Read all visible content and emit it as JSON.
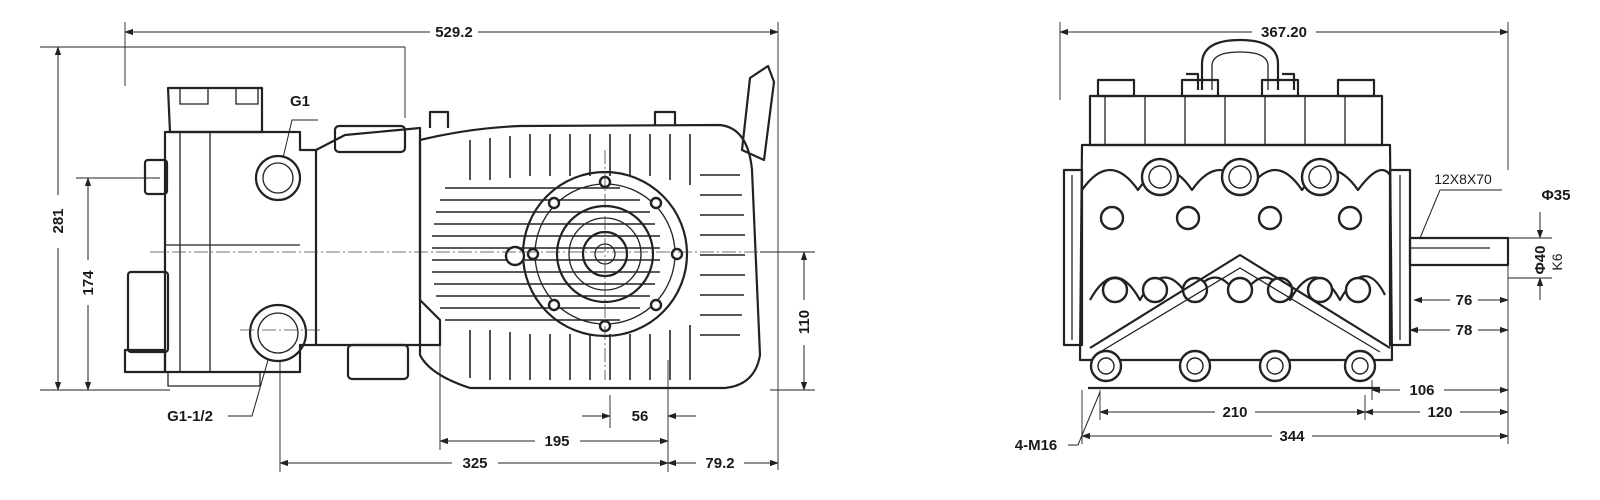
{
  "drawing": {
    "side_view": {
      "dimensions": {
        "overall_length": "529.2",
        "overall_height": "281",
        "inlet_center_height": "174",
        "shaft_center_height": "110",
        "mount_spacing": "56",
        "foot_to_shaft": "195",
        "port_to_shaft": "325",
        "shaft_overhang": "79.2"
      },
      "callouts": {
        "outlet_thread": "G1",
        "inlet_thread": "G1-1/2"
      }
    },
    "front_view": {
      "dimensions": {
        "overall_width": "367.20",
        "key_spec": "12X8X70",
        "shaft_end_dia": "Φ35",
        "shaft_dia": "Φ40",
        "shaft_tolerance": "K6",
        "shaft_length_76": "76",
        "shaft_length_78": "78",
        "foot_offset": "106",
        "foot_spacing": "210",
        "side_offset": "120",
        "base_width": "344"
      },
      "callouts": {
        "mount_bolts": "4-M16"
      }
    }
  }
}
